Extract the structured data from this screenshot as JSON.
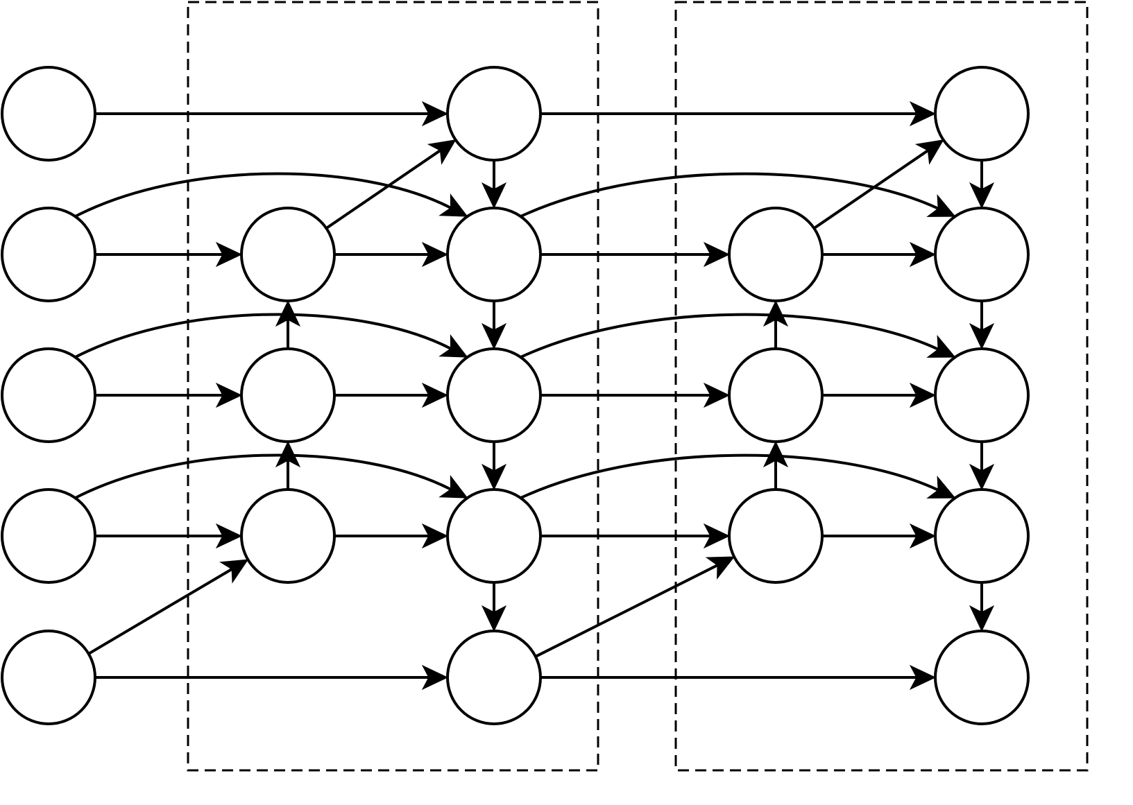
{
  "diagram": {
    "stroke_color": "#000000",
    "fill_color": "#ffffff",
    "background_color": "#ffffff",
    "groups": [
      {
        "id": "stage-1"
      },
      {
        "id": "stage-2"
      }
    ],
    "nodes": [
      {
        "id": "in-1"
      },
      {
        "id": "in-2"
      },
      {
        "id": "in-3"
      },
      {
        "id": "in-4"
      },
      {
        "id": "in-5"
      },
      {
        "id": "s1-mid-2"
      },
      {
        "id": "s1-mid-3"
      },
      {
        "id": "s1-mid-4"
      },
      {
        "id": "s1-out-1"
      },
      {
        "id": "s1-out-2"
      },
      {
        "id": "s1-out-3"
      },
      {
        "id": "s1-out-4"
      },
      {
        "id": "s1-out-5"
      },
      {
        "id": "s2-mid-2"
      },
      {
        "id": "s2-mid-3"
      },
      {
        "id": "s2-mid-4"
      },
      {
        "id": "s2-out-1"
      },
      {
        "id": "s2-out-2"
      },
      {
        "id": "s2-out-3"
      },
      {
        "id": "s2-out-4"
      },
      {
        "id": "s2-out-5"
      }
    ],
    "edges": [
      {
        "from": "in-1",
        "to": "s1-out-1"
      },
      {
        "from": "in-2",
        "to": "s1-mid-2"
      },
      {
        "from": "in-2",
        "to": "s1-out-2",
        "curved": true
      },
      {
        "from": "in-3",
        "to": "s1-mid-3"
      },
      {
        "from": "in-3",
        "to": "s1-out-3",
        "curved": true
      },
      {
        "from": "in-4",
        "to": "s1-mid-4"
      },
      {
        "from": "in-4",
        "to": "s1-out-4",
        "curved": true
      },
      {
        "from": "in-5",
        "to": "s1-mid-4"
      },
      {
        "from": "in-5",
        "to": "s1-out-5"
      },
      {
        "from": "s1-mid-2",
        "to": "s1-out-1"
      },
      {
        "from": "s1-mid-2",
        "to": "s1-out-2"
      },
      {
        "from": "s1-mid-3",
        "to": "s1-mid-2"
      },
      {
        "from": "s1-mid-3",
        "to": "s1-out-3"
      },
      {
        "from": "s1-mid-4",
        "to": "s1-mid-3"
      },
      {
        "from": "s1-mid-4",
        "to": "s1-out-4"
      },
      {
        "from": "s1-out-1",
        "to": "s1-out-2"
      },
      {
        "from": "s1-out-2",
        "to": "s1-out-3"
      },
      {
        "from": "s1-out-3",
        "to": "s1-out-4"
      },
      {
        "from": "s1-out-4",
        "to": "s1-out-5"
      },
      {
        "from": "s1-out-1",
        "to": "s2-out-1"
      },
      {
        "from": "s1-out-2",
        "to": "s2-mid-2"
      },
      {
        "from": "s1-out-2",
        "to": "s2-out-2",
        "curved": true
      },
      {
        "from": "s1-out-3",
        "to": "s2-mid-3"
      },
      {
        "from": "s1-out-3",
        "to": "s2-out-3",
        "curved": true
      },
      {
        "from": "s1-out-4",
        "to": "s2-mid-4"
      },
      {
        "from": "s1-out-4",
        "to": "s2-out-4",
        "curved": true
      },
      {
        "from": "s1-out-5",
        "to": "s2-mid-4"
      },
      {
        "from": "s1-out-5",
        "to": "s2-out-5"
      },
      {
        "from": "s2-mid-2",
        "to": "s2-out-1"
      },
      {
        "from": "s2-mid-2",
        "to": "s2-out-2"
      },
      {
        "from": "s2-mid-3",
        "to": "s2-mid-2"
      },
      {
        "from": "s2-mid-3",
        "to": "s2-out-3"
      },
      {
        "from": "s2-mid-4",
        "to": "s2-mid-3"
      },
      {
        "from": "s2-mid-4",
        "to": "s2-out-4"
      },
      {
        "from": "s2-out-1",
        "to": "s2-out-2"
      },
      {
        "from": "s2-out-2",
        "to": "s2-out-3"
      },
      {
        "from": "s2-out-3",
        "to": "s2-out-4"
      },
      {
        "from": "s2-out-4",
        "to": "s2-out-5"
      }
    ]
  }
}
